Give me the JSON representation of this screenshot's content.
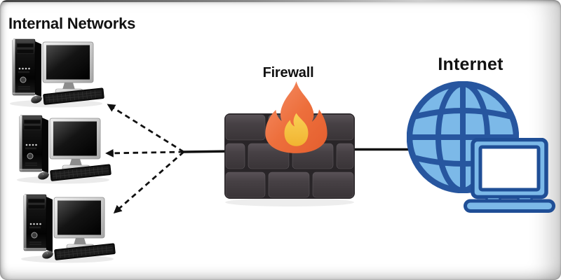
{
  "labels": {
    "internal_networks": "Internal Networks",
    "firewall": "Firewall",
    "internet": "Internet"
  },
  "icons": {
    "internal_node": "desktop-computer",
    "firewall_node": "brick-wall-with-flame",
    "internet_node": "globe-with-laptop",
    "link_internal": "dashed-arrow",
    "link_backbone": "solid-line"
  },
  "structure": {
    "internal_computer_count": 3,
    "dashed_arrow_count": 3
  },
  "colors": {
    "text": "#111111",
    "line": "#111111",
    "flame_outer": "#ED6F3C",
    "flame_inner": "#F6C43D",
    "brick_face": "#474145",
    "brick_seam": "#292528",
    "globe_fill": "#7CB9E8",
    "globe_outline": "#27569F",
    "laptop_outline": "#1F4E96"
  }
}
